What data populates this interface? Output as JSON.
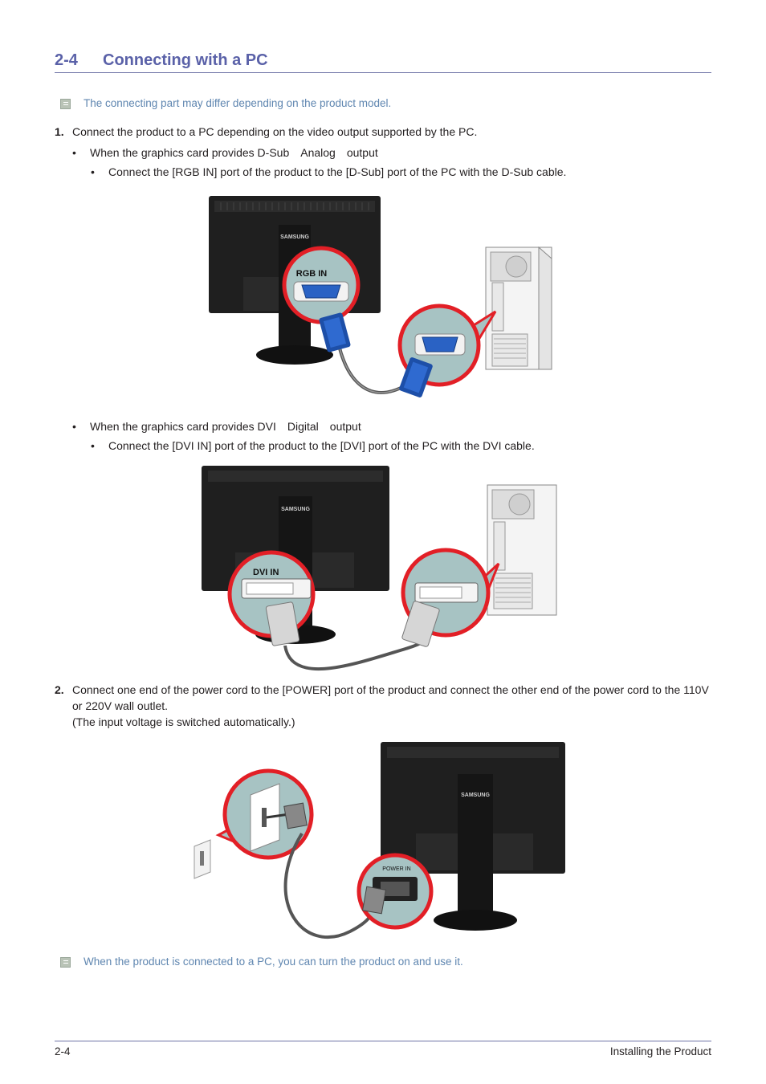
{
  "header": {
    "section_number": "2-4",
    "section_title": "Connecting with a PC"
  },
  "notes": {
    "top": "The connecting part may differ depending on the product model.",
    "bottom": "When the product is connected to a PC, you can turn the product on and use it."
  },
  "steps": [
    {
      "number": "1.",
      "text": "Connect the product to a PC depending on the video output supported by the PC.",
      "bullets": [
        {
          "parts": [
            "When the graphics card provides D-Sub",
            "Analog",
            "output"
          ],
          "sub": "Connect the [RGB IN] port of the product to the [D-Sub] port of the PC with the D-Sub cable."
        },
        {
          "parts": [
            "When the graphics card provides DVI",
            "Digital",
            "output"
          ],
          "sub": "Connect the [DVI IN] port of the product to the [DVI] port of the PC with the DVI cable."
        }
      ]
    },
    {
      "number": "2.",
      "text": "Connect one end of the power cord to the [POWER] port of the product and connect the other end of the power cord to the 110V or 220V wall outlet.",
      "extra": "(The input voltage is switched automatically.)"
    }
  ],
  "figures": {
    "dsub": {
      "brand": "SAMSUNG",
      "port_label": "RGB IN"
    },
    "dvi": {
      "brand": "SAMSUNG",
      "port_label": "DVI IN"
    },
    "power": {
      "brand": "SAMSUNG",
      "port_label": "POWER IN"
    }
  },
  "bullet_char": "•",
  "footer": {
    "page": "2-4",
    "chapter": "Installing the Product"
  },
  "colors": {
    "heading": "#5a61a8",
    "note_text": "#5f86b0",
    "callout_red": "#e21f26",
    "callout_fill": "#a7c3c3",
    "monitor": "#1f1f1f",
    "connector_blue": "#1d4fa8"
  }
}
